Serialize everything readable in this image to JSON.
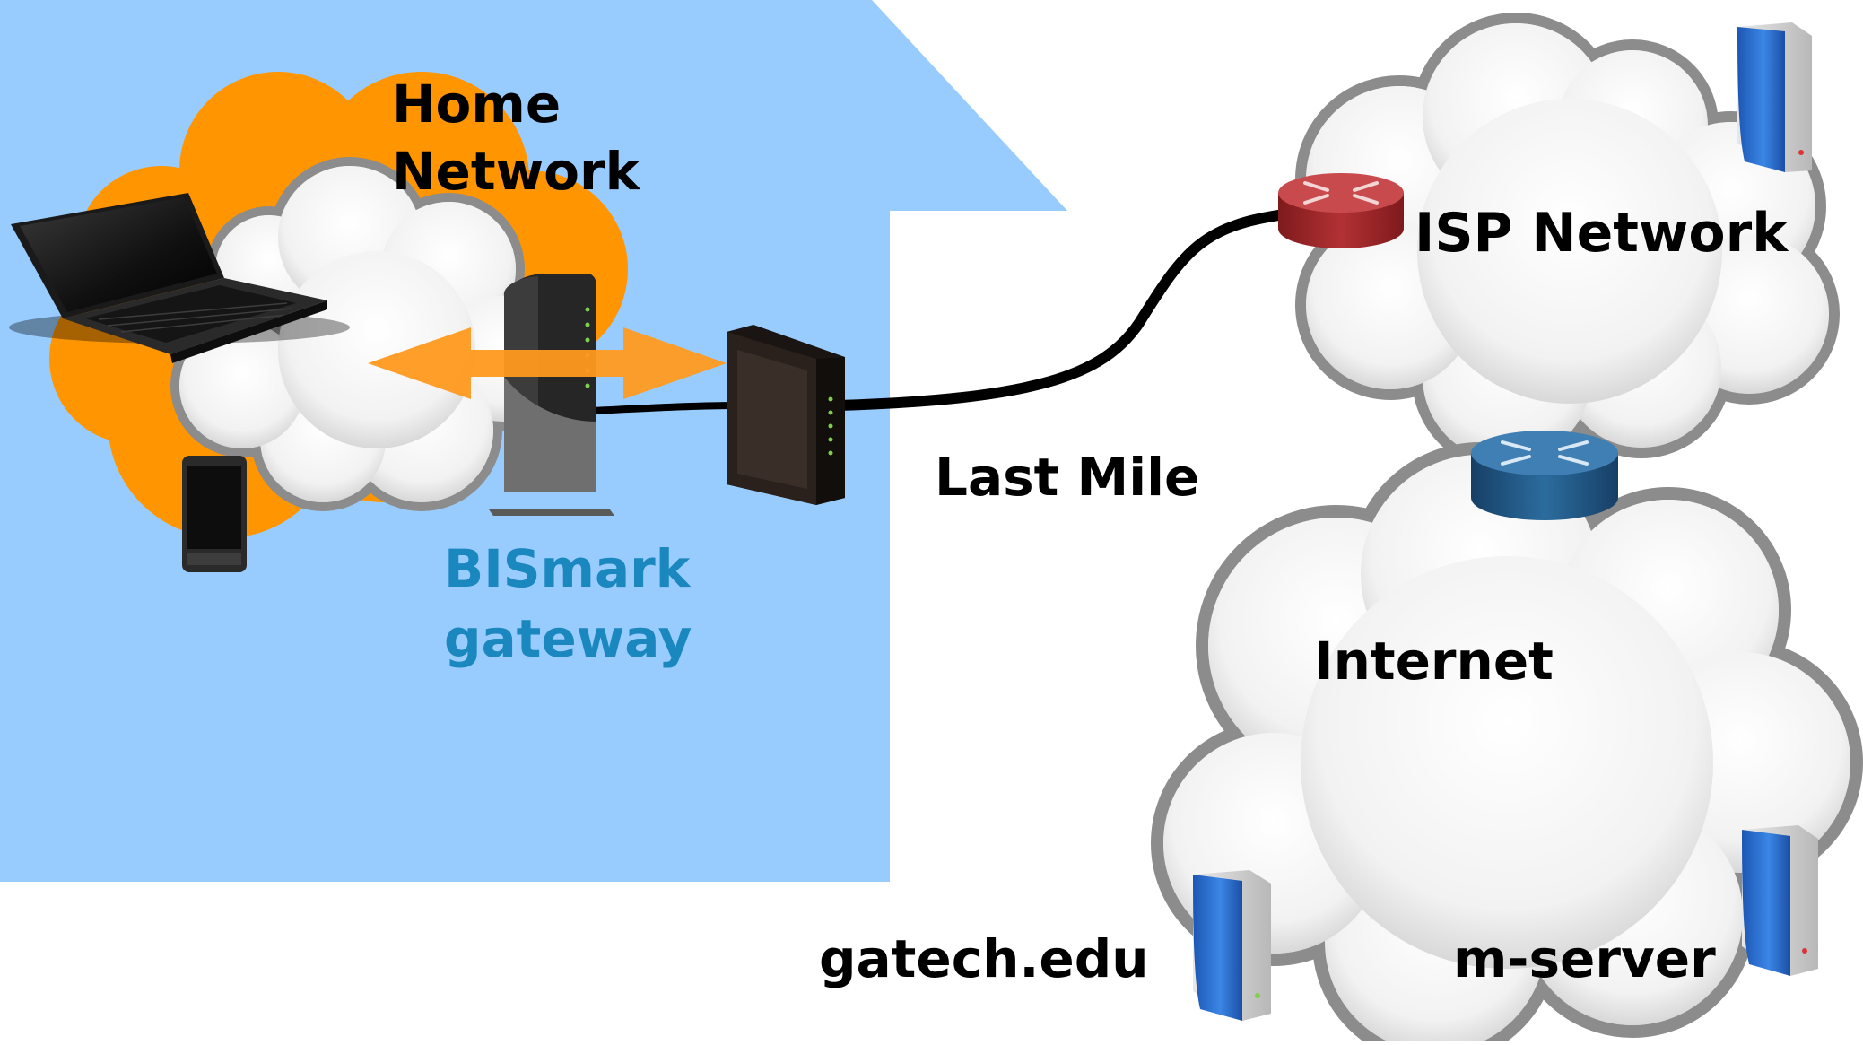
{
  "labels": {
    "home_network_line1": "Home",
    "home_network_line2": "Network",
    "bismark_line1": "BISmark",
    "bismark_line2": "gateway",
    "last_mile": "Last Mile",
    "isp_network": "ISP Network",
    "internet": "Internet",
    "gatech": "gatech.edu",
    "mserver": "m-server"
  },
  "colors": {
    "house": "#99ccfe",
    "home_cloud_halo": "#ff9500",
    "arrow": "#ff9a1f",
    "bismark_text": "#1a87bf",
    "isp_router": "#a3292b",
    "internet_router": "#1e5d8a",
    "server": "#2c6fd0",
    "cable": "#000000"
  },
  "icons": {
    "laptop": "laptop-icon",
    "phone": "smartphone-icon",
    "gateway": "wifi-router-icon",
    "modem": "cable-modem-icon",
    "isp_router": "router-icon",
    "internet_router": "router-icon",
    "server": "server-icon"
  }
}
